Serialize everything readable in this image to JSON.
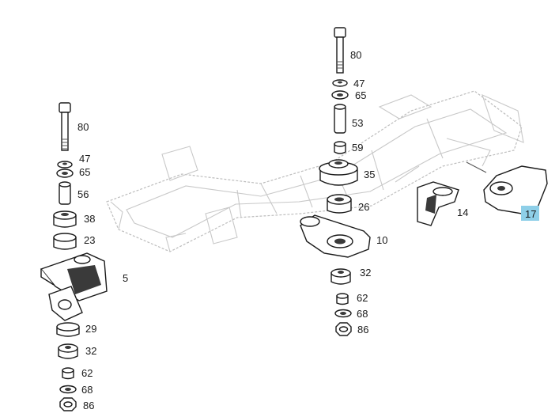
{
  "parts": [
    {
      "id": "left-bolt",
      "label": "80"
    },
    {
      "id": "left-washer-47",
      "label": "47"
    },
    {
      "id": "left-washer-65",
      "label": "65"
    },
    {
      "id": "left-sleeve-56",
      "label": "56"
    },
    {
      "id": "left-bushing-38",
      "label": "38"
    },
    {
      "id": "left-bushing-23",
      "label": "23"
    },
    {
      "id": "left-bracket-5",
      "label": "5"
    },
    {
      "id": "left-bushing-29",
      "label": "29"
    },
    {
      "id": "left-bushing-32",
      "label": "32"
    },
    {
      "id": "left-spacer-62",
      "label": "62"
    },
    {
      "id": "left-washer-68",
      "label": "68"
    },
    {
      "id": "left-nut-86",
      "label": "86"
    },
    {
      "id": "center-bolt",
      "label": "80"
    },
    {
      "id": "center-washer-47",
      "label": "47"
    },
    {
      "id": "center-washer-65",
      "label": "65"
    },
    {
      "id": "center-sleeve-53",
      "label": "53"
    },
    {
      "id": "center-spacer-59",
      "label": "59"
    },
    {
      "id": "center-mount-35",
      "label": "35"
    },
    {
      "id": "center-bushing-26",
      "label": "26"
    },
    {
      "id": "center-bracket-10",
      "label": "10"
    },
    {
      "id": "center-bushing-32",
      "label": "32"
    },
    {
      "id": "center-spacer-62",
      "label": "62"
    },
    {
      "id": "center-washer-68",
      "label": "68"
    },
    {
      "id": "center-nut-86",
      "label": "86"
    },
    {
      "id": "bracket-14",
      "label": "14"
    },
    {
      "id": "cover-17",
      "label": "17",
      "highlighted": true
    }
  ],
  "colors": {
    "highlight": "#8ecfe8",
    "ink": "#1a1a1a",
    "frame": "#bdbdbd"
  }
}
